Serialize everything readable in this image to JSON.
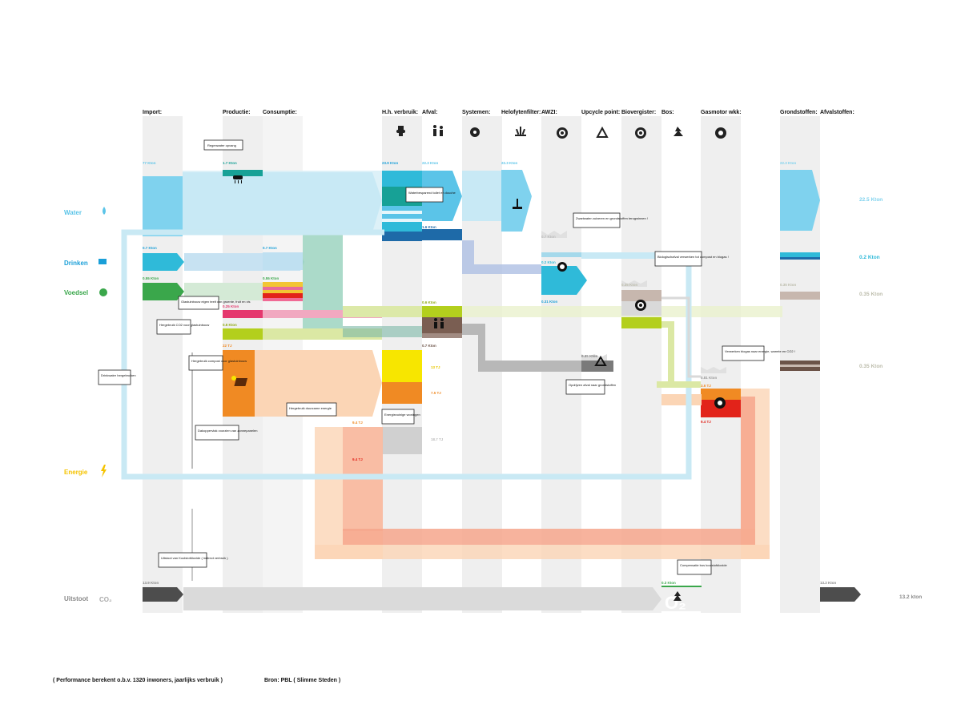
{
  "columns": [
    "Import:",
    "Productie:",
    "Consumptie:",
    "H.h. verbruik:",
    "Afval:",
    "Systemen:",
    "Helofytenfilter:",
    "AWZI:",
    "Upcycle point:",
    "Biovergister:",
    "Bos:",
    "Gasmotor wkk:",
    "Grondstoffen:",
    "Afvalstoffen:"
  ],
  "rows": {
    "water": "Water",
    "drinken": "Drinken",
    "voedsel": "Voedsel",
    "energie": "Energie",
    "uitstoot": "Uitstoot",
    "co2": "CO₂"
  },
  "values": {
    "import_water": "77 Kton",
    "prod_water": "1.7 Kton",
    "hh_water": "23.9 Kton",
    "afval_water": "22.3 Kton",
    "helo_water": "22.3 Kton",
    "afval_water2": "1.6 Kton",
    "import_drinken": "0.7 Kton",
    "cons_drinken": "0.7 Kton",
    "import_voedsel": "0.55 Kton",
    "cons_voedsel": "0.55 Kton",
    "prod_voedsel": "0.25 Kton",
    "prod_green": "0.6 Kton",
    "afval_voedsel": "0.6 Kton",
    "afval_brown": "0.7 Kton",
    "awzi_top": "0.7 Kton",
    "awzi_mid": "0.2 Kton",
    "awzi_bottom": "0.31 Kton",
    "bio_top": "0.35 Kton",
    "upcycle": "0.35 Kton",
    "prod_energie": "22 TJ",
    "hh_yellow": "13 TJ",
    "hh_orange": "7.5 TJ",
    "energie_grey": "18.7 TJ",
    "energie_a": "9.4 TJ",
    "energie_b": "9.4 TJ",
    "gas_top": "0.81 Kton",
    "gas_mid": "3.6 TJ",
    "gas_red": "9.4 TJ",
    "uitstoot_import": "13.9 Kton",
    "bos_comp": "0.3 Kton",
    "afvalstoffen_co2": "13.2 Kton",
    "grond_water": "22.3 Kton",
    "right_water": "22.5 Kton",
    "right_drinken": "0.2 Kton",
    "right_voedsel": "0.35 Kton",
    "right_energie": "0.35 Kton",
    "right_co2": "13.2 kton",
    "grond_voedsel": "0.35 Kton",
    "co2_letter": "O₂"
  },
  "callouts": {
    "regenwater": "Regenwater opvang",
    "waterbesparend": "Waterbesparend toilet en douche",
    "zuiveren": "Zwartwater zuiveren en grondstoffen terugwinnen !",
    "biologisch": "Biologischafval verwerken tot compost en biogas !",
    "glastuinbouw": "Glastuinbouw eigen teelt van groente, fruit en vis",
    "co2glas": "Hergebruik CO2 voor glastuinbouw",
    "drinkwater": "Drinkwater hergebruiken",
    "compost": "Hergebruik compost voor glastuinbouw",
    "duurzaam": "Hergebruik duurzame energie",
    "zonnepanelen": "Dakoppervlak voorzien van zonnepanelen",
    "energiezuinig": "Energiezuinige woningen",
    "opdrijven": "Opdrijven afval naar grondstoffen",
    "verwerken": "Verwerken biogas naar energie, warmte en CO2 !",
    "uitstoot": "Uitstoot van Koolstofdioxide ( indirect verbruik )",
    "compensatie": "Compensatie bos koolstofdioxide"
  },
  "footer": {
    "performance": "( Performance berekent o.b.v. 1320 inwoners, jaarlijks verbruik )",
    "bron": "Bron: PBL ( Slimme Steden )"
  },
  "colors": {
    "water": "#5bc4e8",
    "water_light": "#c8e9f5",
    "teal": "#17a196",
    "drinken": "#1a9fd8",
    "voedsel": "#3aa74b",
    "energie": "#f08a23",
    "yellow": "#f7e600",
    "red": "#e2231a",
    "brown": "#6b5247",
    "grey": "#9e9e9e",
    "lime": "#b3cf1d",
    "pink": "#e5386e"
  }
}
